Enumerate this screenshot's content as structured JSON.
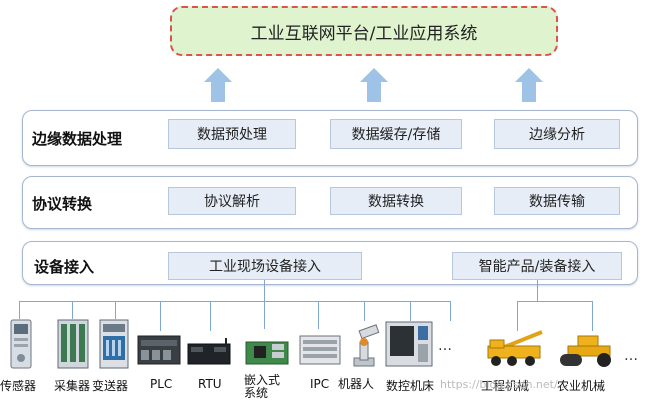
{
  "platform": {
    "label": "工业互联网平台/工业应用系统"
  },
  "layers": [
    {
      "title": "边缘数据处理",
      "cells": [
        "数据预处理",
        "数据缓存/存储",
        "边缘分析"
      ]
    },
    {
      "title": "协议转换",
      "cells": [
        "协议解析",
        "数据转换",
        "数据传输"
      ]
    },
    {
      "title": "设备接入",
      "cells": [
        "工业现场设备接入",
        "智能产品/装备接入"
      ]
    }
  ],
  "devices": {
    "labels": [
      "传感器",
      "采集器",
      "变送器",
      "PLC",
      "RTU",
      "嵌入式\n系统",
      "IPC",
      "机器人",
      "数控机床",
      "工程机械",
      "农业机械"
    ],
    "ellipsis_1": "…",
    "ellipsis_2": "…"
  },
  "watermark": "https://blog.csdn.net/..."
}
